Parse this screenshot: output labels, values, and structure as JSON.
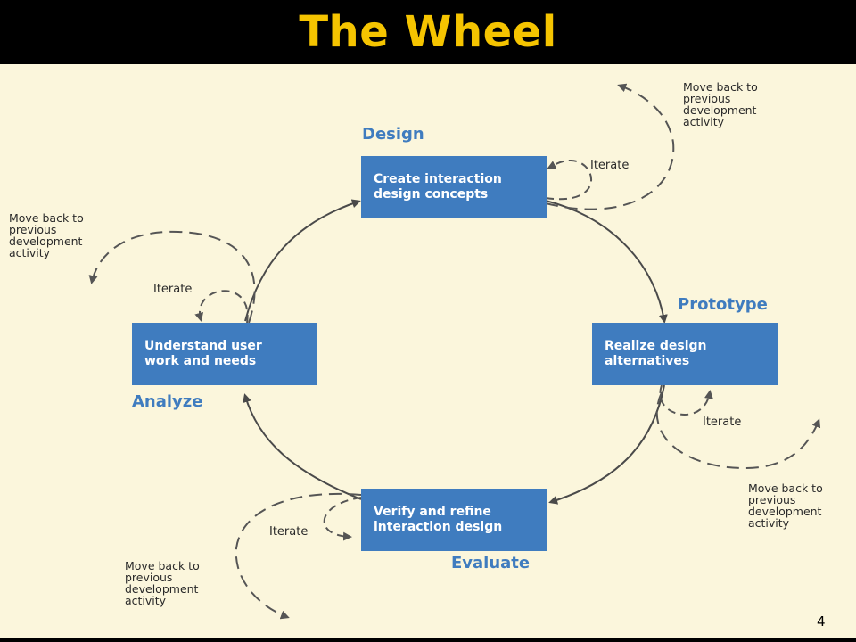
{
  "title": "The Wheel",
  "page_number": "4",
  "activities": {
    "design": {
      "phase": "Design",
      "box": "Create interaction\ndesign concepts"
    },
    "prototype": {
      "phase": "Prototype",
      "box": "Realize design\nalternatives"
    },
    "evaluate": {
      "phase": "Evaluate",
      "box": "Verify and refine\ninteraction design"
    },
    "analyze": {
      "phase": "Analyze",
      "box": "Understand user\nwork and needs"
    }
  },
  "iterate_label": "Iterate",
  "move_back_label": "Move back to\nprevious\ndevelopment\nactivity",
  "colors": {
    "title": "#f5c400",
    "box": "#3f7cbf",
    "phase_text": "#3f7cbf",
    "background": "#fbf6dc",
    "arrows": "#4a4a4a"
  }
}
